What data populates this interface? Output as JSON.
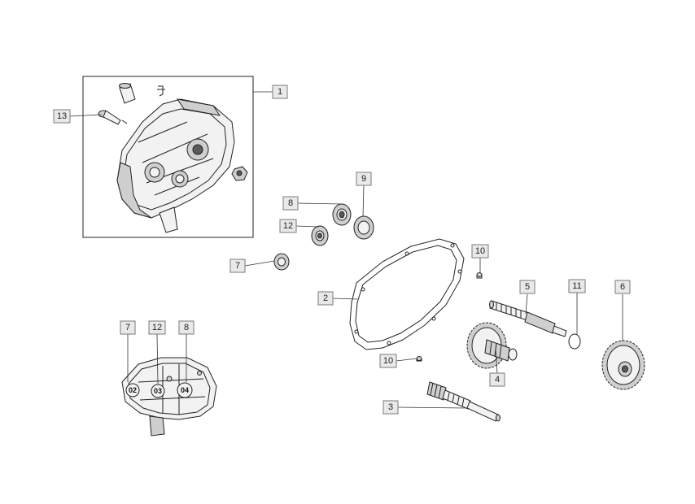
{
  "diagram": {
    "callouts": [
      {
        "id": "1",
        "label": "1"
      },
      {
        "id": "13",
        "label": "13"
      },
      {
        "id": "9",
        "label": "9"
      },
      {
        "id": "8",
        "label": "8"
      },
      {
        "id": "12",
        "label": "12"
      },
      {
        "id": "7",
        "label": "7"
      },
      {
        "id": "10a",
        "label": "10"
      },
      {
        "id": "2",
        "label": "2"
      },
      {
        "id": "5",
        "label": "5"
      },
      {
        "id": "11",
        "label": "11"
      },
      {
        "id": "6",
        "label": "6"
      },
      {
        "id": "10b",
        "label": "10"
      },
      {
        "id": "4",
        "label": "4"
      },
      {
        "id": "3",
        "label": "3"
      },
      {
        "id": "inset7",
        "label": "7"
      },
      {
        "id": "inset12",
        "label": "12"
      },
      {
        "id": "inset8",
        "label": "8"
      }
    ],
    "inset_bore_labels": [
      "02",
      "03",
      "04"
    ]
  }
}
